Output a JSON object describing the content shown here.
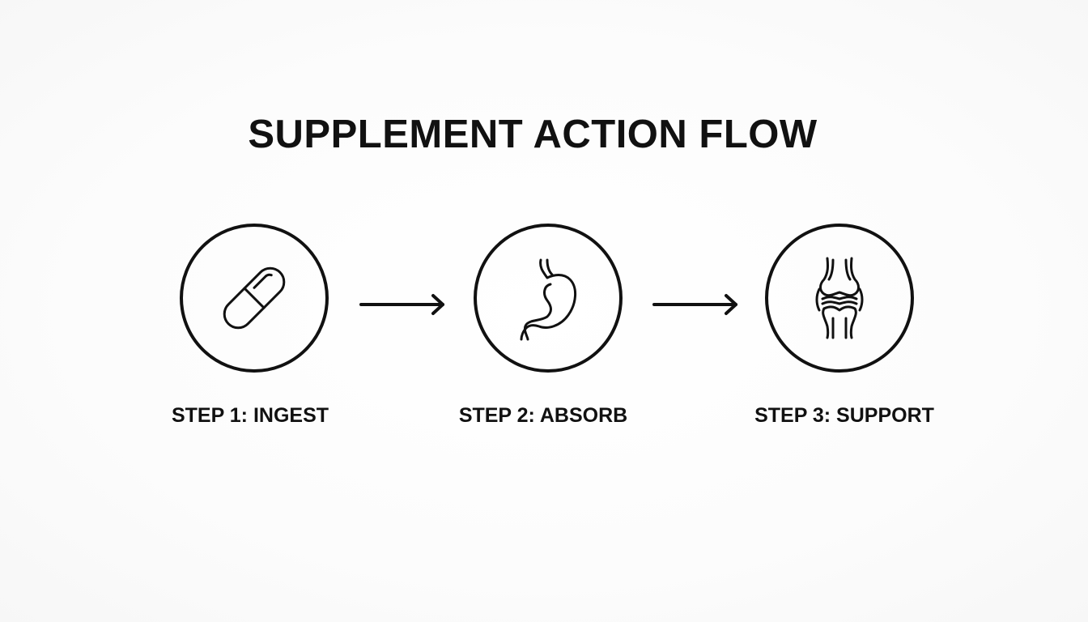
{
  "title": "SUPPLEMENT ACTION FLOW",
  "colors": {
    "stroke": "#111111",
    "background": "#fdfdfd"
  },
  "steps": [
    {
      "label": "STEP 1: INGEST",
      "icon": "capsule-icon"
    },
    {
      "label": "STEP 2: ABSORB",
      "icon": "stomach-icon"
    },
    {
      "label": "STEP 3: SUPPORT",
      "icon": "joint-icon"
    }
  ],
  "connectors": [
    {
      "icon": "arrow-right-icon"
    },
    {
      "icon": "arrow-right-icon"
    }
  ]
}
